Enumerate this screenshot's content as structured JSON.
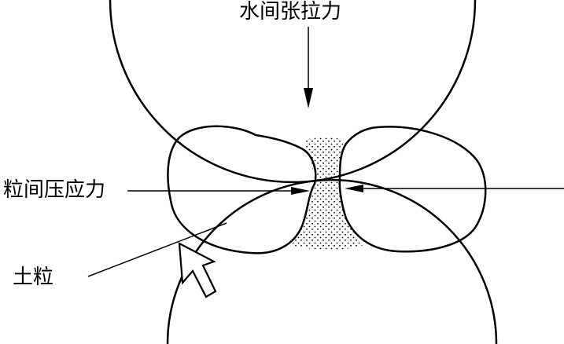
{
  "labels": {
    "water_tension": "水间张拉力",
    "interparticle_pressure": "粒间压应力",
    "soil_particle": "土粒"
  },
  "colors": {
    "stroke": "#000000",
    "background": "#ffffff",
    "stipple": "#000000"
  },
  "icons": {
    "load_arrow": "hollow-arrow-icon",
    "force_arrow": "arrowhead-icon"
  }
}
